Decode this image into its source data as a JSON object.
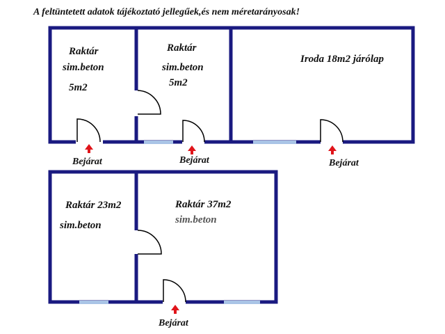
{
  "disclaimer": "A feltüntetett adatok tájékoztató jellegűek,és nem méretarányosak!",
  "rooms": {
    "storage1": {
      "name": "Raktár",
      "material": "sim.beton",
      "area": "5m2"
    },
    "storage2": {
      "name": "Raktár",
      "material": "sim.beton",
      "area": "5m2"
    },
    "office": {
      "label": "Iroda 18m2 járólap"
    },
    "storage23": {
      "label": "Raktár 23m2",
      "material": "sim.beton"
    },
    "storage37": {
      "label": "Raktár 37m2",
      "material": "sim.beton"
    }
  },
  "entrances": {
    "e1": "Bejárat",
    "e2": "Bejárat",
    "e3": "Bejárat",
    "e4": "Bejárat"
  },
  "colors": {
    "wall": "#1a1a80",
    "window": "#a9c4e6",
    "door": "#000000",
    "arrow": "#e0141a"
  }
}
